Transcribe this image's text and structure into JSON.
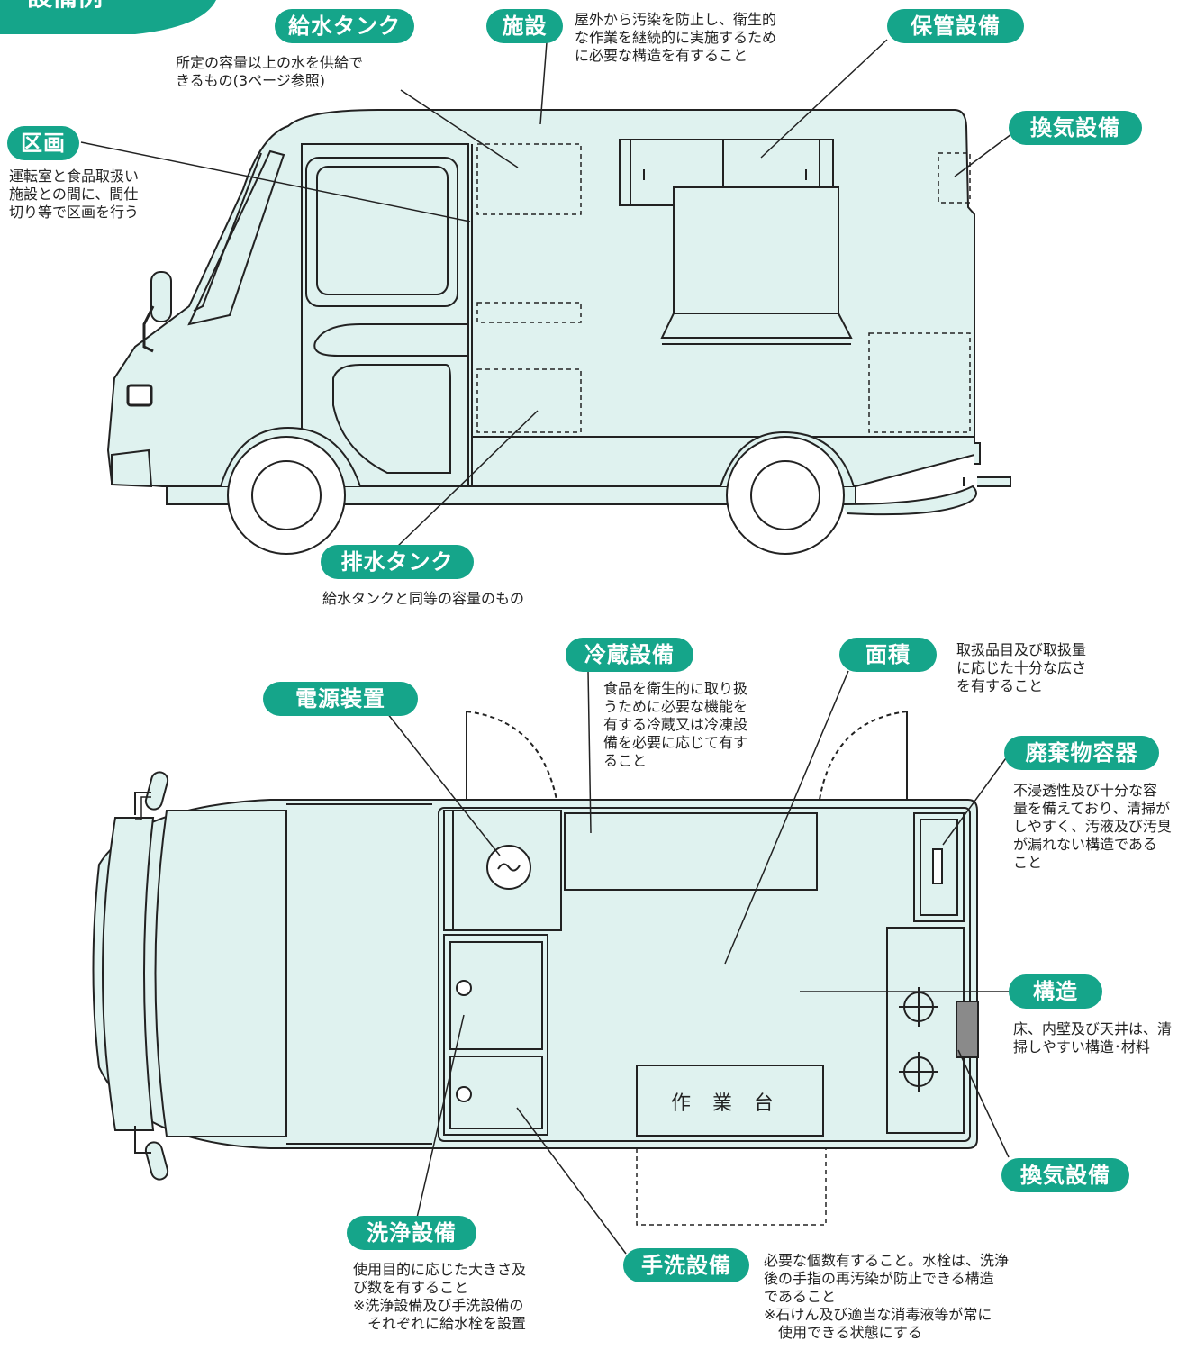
{
  "corner_badge": "設備例",
  "labels": {
    "kyusui_tank": "給水タンク",
    "shisetsu": "施設",
    "hokan": "保管設備",
    "kukaku": "区画",
    "kanki_side": "換気設備",
    "haisui_tank": "排水タンク",
    "reizo": "冷蔵設備",
    "menseki": "面積",
    "dengen": "電源装置",
    "haikibutsu": "廃棄物容器",
    "kozo": "構造",
    "kanki_top": "換気設備",
    "senjo": "洗浄設備",
    "tearai": "手洗設備"
  },
  "descriptions": {
    "kyusui_tank": "所定の容量以上の水を供給で\nきるもの(3ページ参照)",
    "shisetsu": "屋外から汚染を防止し、衛生的\nな作業を継続的に実施するため\nに必要な構造を有すること",
    "kukaku": "運転室と食品取扱い\n施設との間に、間仕\n切り等で区画を行う",
    "haisui_tank": "給水タンクと同等の容量のもの",
    "reizo": "食品を衛生的に取り扱\nうために必要な機能を\n有する冷蔵又は冷凍設\n備を必要に応じて有す\nること",
    "menseki": "取扱品目及び取扱量\nに応じた十分な広さ\nを有すること",
    "haikibutsu": "不浸透性及び十分な容\n量を備えており、清掃が\nしやすく、汚液及び汚臭\nが漏れない構造である\nこと",
    "kozo": "床、内壁及び天井は、清\n掃しやすい構造･材料",
    "senjo": "使用目的に応じた大きさ及\nび数を有すること\n※洗浄設備及び手洗設備の\n　それぞれに給水栓を設置",
    "tearai": "必要な個数有すること。水栓は、洗浄\n後の手指の再汚染が防止できる構造\nであること\n※石けん及び適当な消毒液等が常に\n　使用できる状態にする"
  },
  "workbench_label": "作業台",
  "colors": {
    "accent": "#15a58a",
    "vehicle_fill": "#dff2ef",
    "outline": "#222222",
    "vent_grey": "#8a8a8a"
  }
}
